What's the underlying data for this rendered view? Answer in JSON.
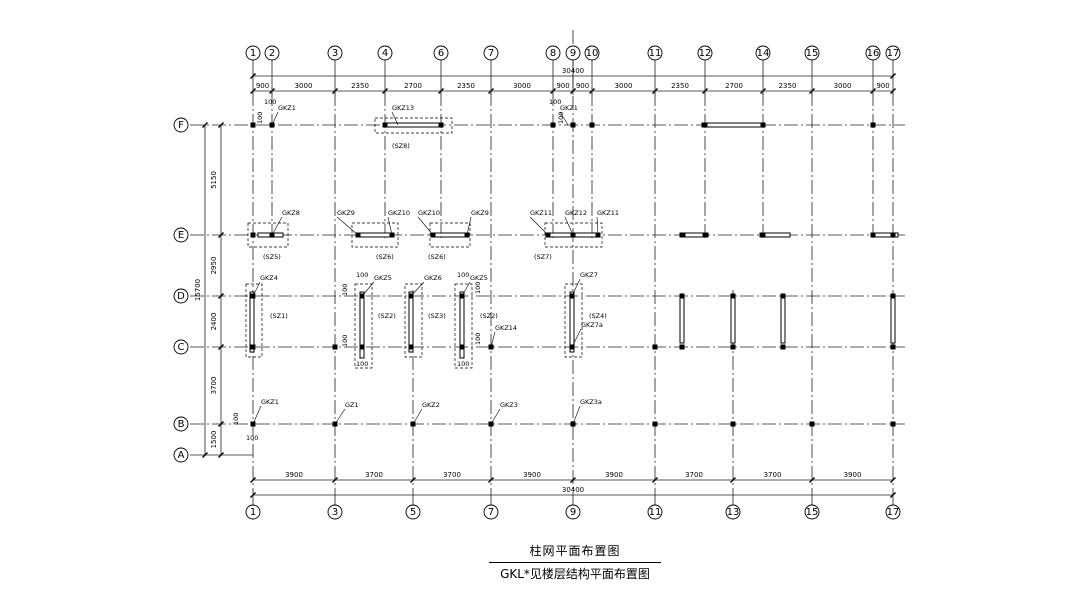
{
  "top_axes": [
    "1",
    "2",
    "3",
    "4",
    "6",
    "7",
    "8",
    "9",
    "10",
    "11",
    "12",
    "14",
    "15",
    "16",
    "17"
  ],
  "top_dims": [
    "900",
    "3000",
    "2350",
    "2700",
    "2350",
    "3000",
    "900",
    "900",
    "3000",
    "2350",
    "2700",
    "2350",
    "3000",
    "900"
  ],
  "top_total": "30400",
  "bottom_axes": [
    "1",
    "3",
    "5",
    "7",
    "9",
    "11",
    "13",
    "15",
    "17"
  ],
  "bottom_dims": [
    "3900",
    "3700",
    "3700",
    "3900",
    "3900",
    "3700",
    "3700",
    "3900"
  ],
  "bottom_total": "30400",
  "row_axes": [
    "F",
    "E",
    "D",
    "C",
    "B",
    "A"
  ],
  "left_dims": [
    "5150",
    "2950",
    "2400",
    "3700",
    "1500"
  ],
  "left_total": "15700",
  "column_labels": [
    "GKZ1",
    "GKZ13",
    "GKZ1",
    "GKZ8",
    "GKZ9",
    "GKZ10",
    "GKZ10",
    "GKZ9",
    "GKZ11",
    "GKZ12",
    "GKZ11",
    "GKZ4",
    "GKZ5",
    "GKZ6",
    "GKZ5",
    "GKZ7",
    "GKZ14",
    "GKZ7a",
    "GKZ1",
    "GZ1",
    "GKZ2",
    "GKZ3",
    "GKZ3a"
  ],
  "wall_labels": [
    "(SZ8)",
    "(SZ5)",
    "(SZ6)",
    "(SZ6)",
    "(SZ7)",
    "(SZ1)",
    "(SZ2)",
    "(SZ3)",
    "(SZ2)",
    "(SZ4)"
  ],
  "offset_labels": [
    "100",
    "100",
    "100",
    "100",
    "100",
    "100",
    "100",
    "100",
    "100",
    "100",
    "100",
    "100",
    "100",
    "100"
  ],
  "caption": {
    "title": "柱网平面布置图",
    "subtitle": "GKL*见楼层结构平面布置图"
  }
}
